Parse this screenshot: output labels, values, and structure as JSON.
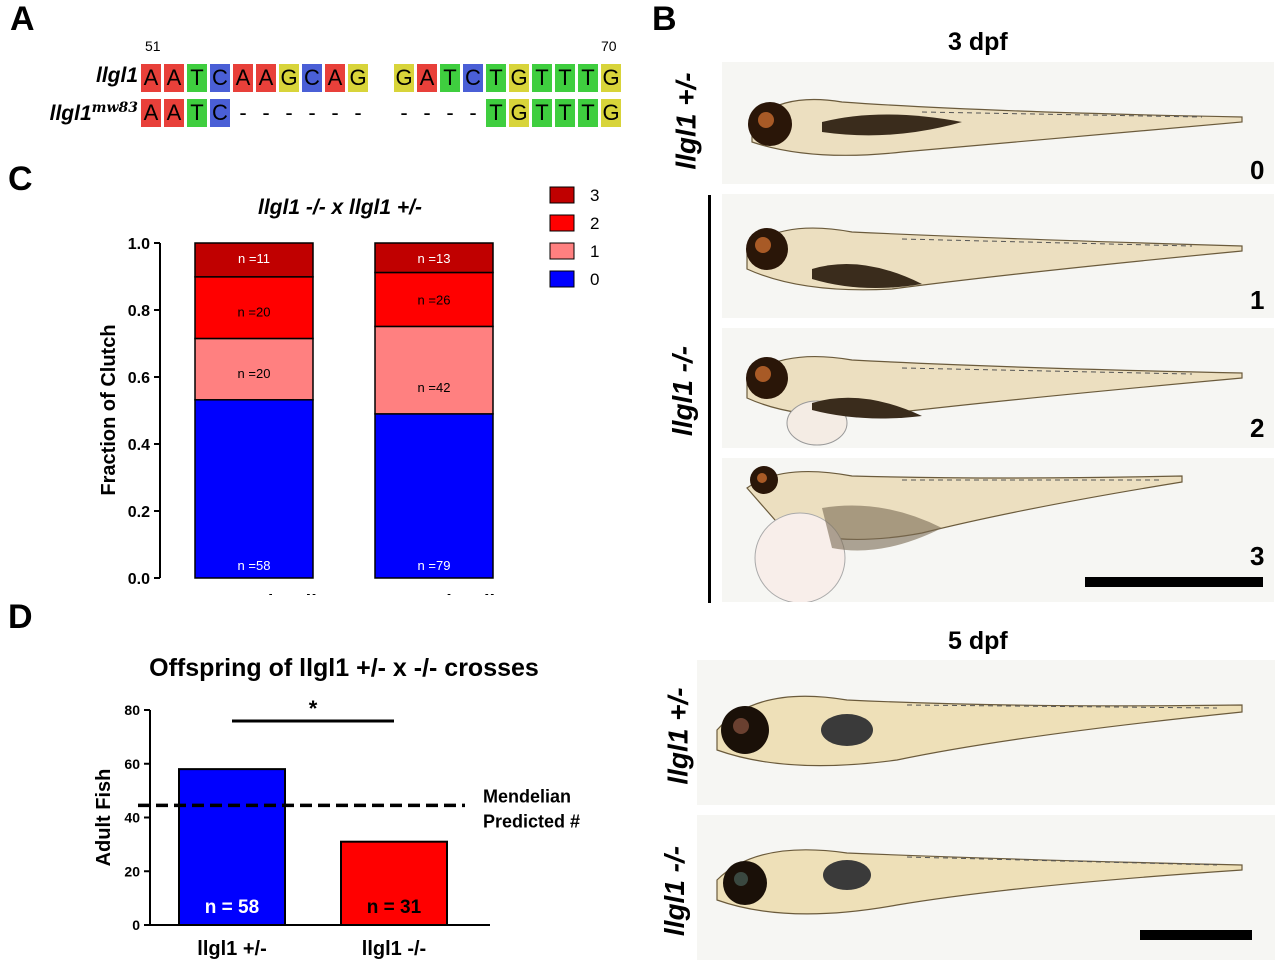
{
  "panels": {
    "a": "A",
    "b": "B",
    "c": "C",
    "d": "D"
  },
  "sequence": {
    "start_pos": "51",
    "end_pos": "70",
    "wt_label": "llgl1",
    "mut_label": "llgl1",
    "mut_superscript": "mw83",
    "wt_bases": [
      "A",
      "A",
      "T",
      "C",
      "A",
      "A",
      "G",
      "C",
      "A",
      "G",
      " ",
      "G",
      "A",
      "T",
      "C",
      "T",
      "G",
      "T",
      "T",
      "T",
      "G"
    ],
    "mut_bases": [
      "A",
      "A",
      "T",
      "C",
      "-",
      "-",
      "-",
      "-",
      "-",
      "-",
      " ",
      "-",
      "-",
      "-",
      "-",
      "T",
      "G",
      "T",
      "T",
      "T",
      "G"
    ],
    "colors": {
      "A": "#e8403a",
      "T": "#3fce3f",
      "C": "#4a5fd6",
      "G": "#d8d43a"
    }
  },
  "panel_b": {
    "title_3dpf": "3 dpf",
    "title_5dpf": "5 dpf",
    "het_label": "llgl1 +/-",
    "null_label": "llgl1 -/-",
    "scores": [
      "0",
      "1",
      "2",
      "3"
    ]
  },
  "chart_data": [
    {
      "type": "bar",
      "stacked": true,
      "title": "llgl1 -/- x llgl1 +/-",
      "ylabel": "Fraction of Clutch",
      "xlabel": "",
      "ylim": [
        0,
        1.0
      ],
      "yticks": [
        "0.0",
        "0.2",
        "0.4",
        "0.6",
        "0.8",
        "1.0"
      ],
      "categories": [
        "Maternal Null",
        "Paternal Null"
      ],
      "legend_position": "top-right",
      "series": [
        {
          "name": "0",
          "color": "#0000ff",
          "values": [
            0.532,
            0.49
          ],
          "labels": [
            "n =58",
            "n =79"
          ]
        },
        {
          "name": "1",
          "color": "#ff8080",
          "values": [
            0.183,
            0.261
          ],
          "labels": [
            "n =20",
            "n =42"
          ]
        },
        {
          "name": "2",
          "color": "#ff0000",
          "values": [
            0.184,
            0.161
          ],
          "labels": [
            "n =20",
            "n =26"
          ]
        },
        {
          "name": "3",
          "color": "#c00000",
          "values": [
            0.101,
            0.088
          ],
          "labels": [
            "n =11",
            "n =13"
          ]
        }
      ]
    },
    {
      "type": "bar",
      "title": "Offspring of llgl1 +/- x -/- crosses",
      "ylabel": "Adult Fish",
      "xlabel": "",
      "ylim": [
        0,
        80
      ],
      "yticks": [
        "0",
        "20",
        "40",
        "60",
        "80"
      ],
      "categories": [
        "llgl1 +/-",
        "llgl1 -/-"
      ],
      "values": [
        58,
        31
      ],
      "colors": [
        "#0000ff",
        "#ff0000"
      ],
      "bar_labels": [
        "n = 58",
        "n = 31"
      ],
      "reference_line": {
        "value": 44.5,
        "label_line1": "Mendelian",
        "label_line2": "Predicted #"
      },
      "significance": "*"
    }
  ]
}
